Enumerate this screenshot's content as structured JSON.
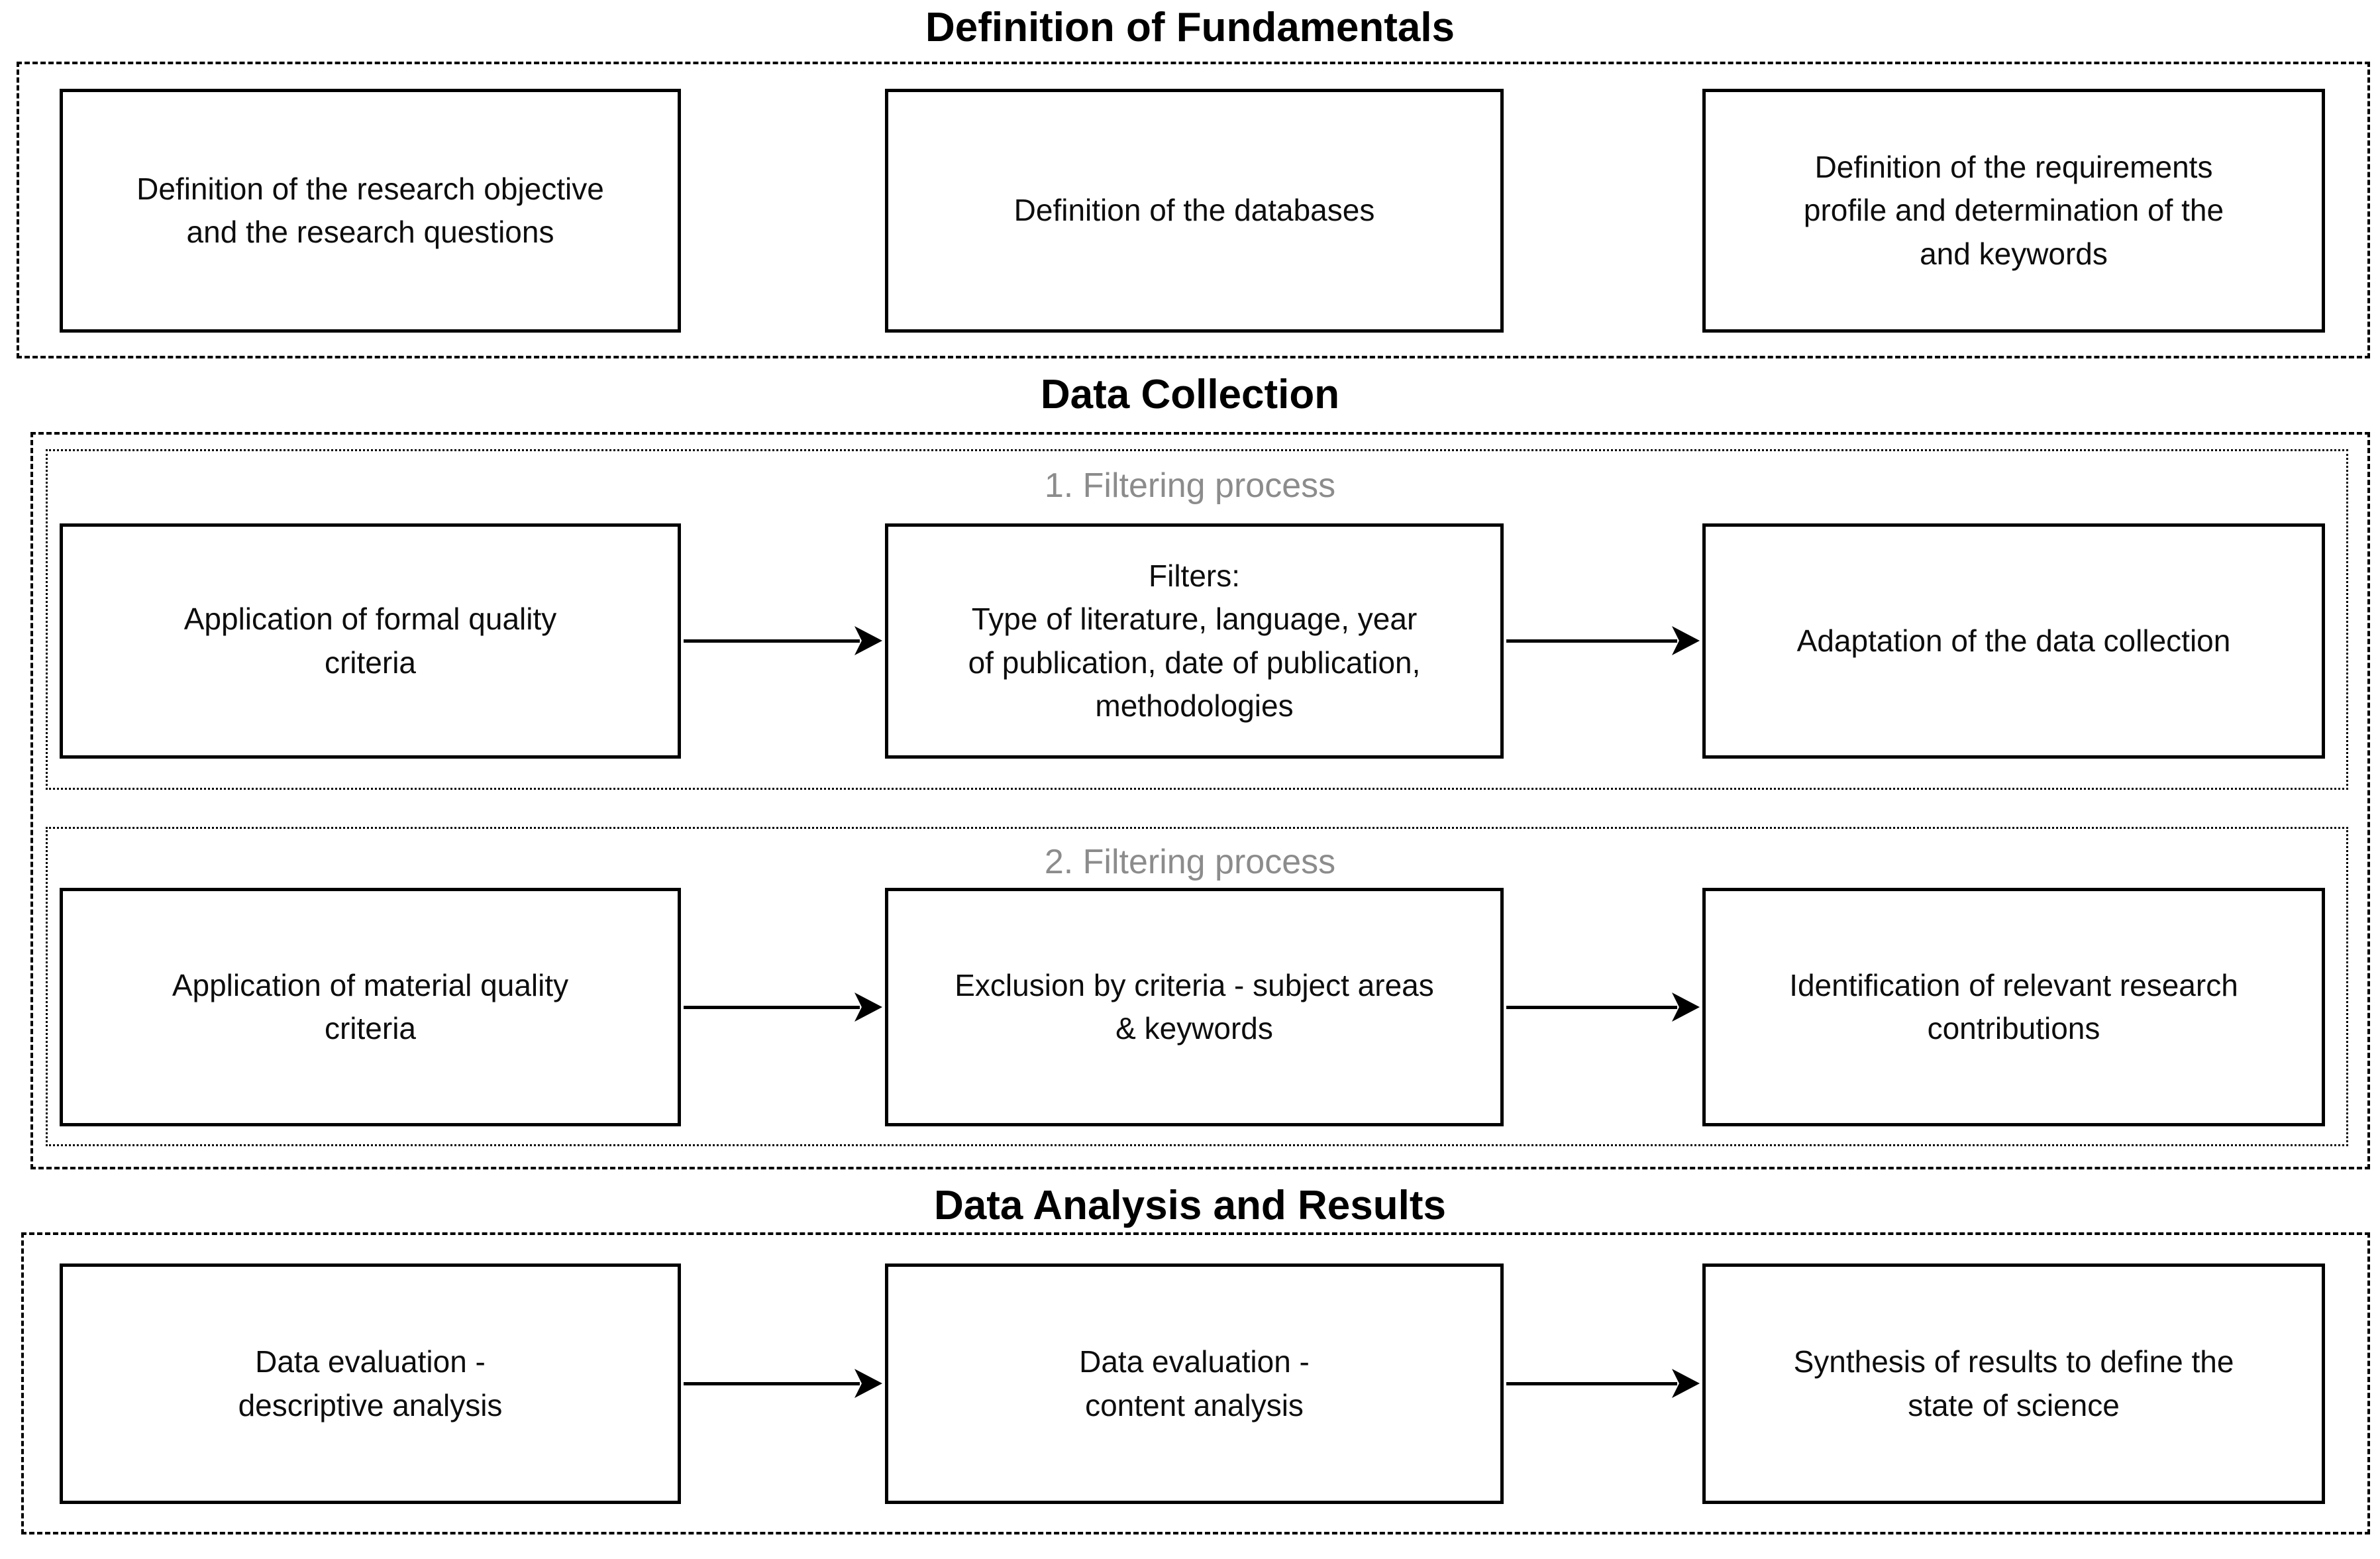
{
  "colors": {
    "background": "#ffffff",
    "border": "#000000",
    "text": "#0d0d0d",
    "filter_label_gray": "#8c8c8c"
  },
  "sections": {
    "fundamentals": {
      "title": "Definition of Fundamentals",
      "boxes": [
        "Definition of the research objective\nand the research questions",
        "Definition of the databases",
        "Definition of the requirements\nprofile and determination of the\nand keywords"
      ]
    },
    "data_collection": {
      "title": "Data Collection",
      "filter1": {
        "label": "1. Filtering process",
        "boxes": [
          "Application of formal quality\ncriteria",
          "Filters:\nType of literature, language, year\nof publication, date of publication,\nmethodologies",
          "Adaptation of the data collection"
        ]
      },
      "filter2": {
        "label": "2. Filtering process",
        "boxes": [
          "Application of material quality\ncriteria",
          "Exclusion by criteria - subject areas\n& keywords",
          "Identification of relevant research\ncontributions"
        ]
      }
    },
    "analysis": {
      "title": "Data Analysis and Results",
      "boxes": [
        "Data evaluation -\ndescriptive analysis",
        "Data evaluation -\ncontent analysis",
        "Synthesis of results to define the\nstate of science"
      ]
    }
  }
}
